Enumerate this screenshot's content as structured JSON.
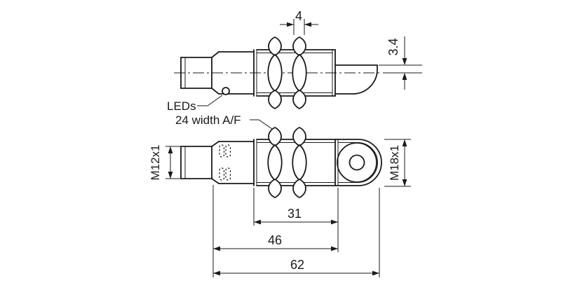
{
  "drawing": {
    "labels": {
      "leds": "LEDs",
      "width_af": "24 width A/F"
    },
    "dimensions": {
      "nut_width": "4",
      "cable_offset": "3.4",
      "front_thread": "M12x1",
      "barrel_thread": "M18x1",
      "thread_length": "31",
      "barrel_length": "46",
      "total_length": "62"
    }
  }
}
